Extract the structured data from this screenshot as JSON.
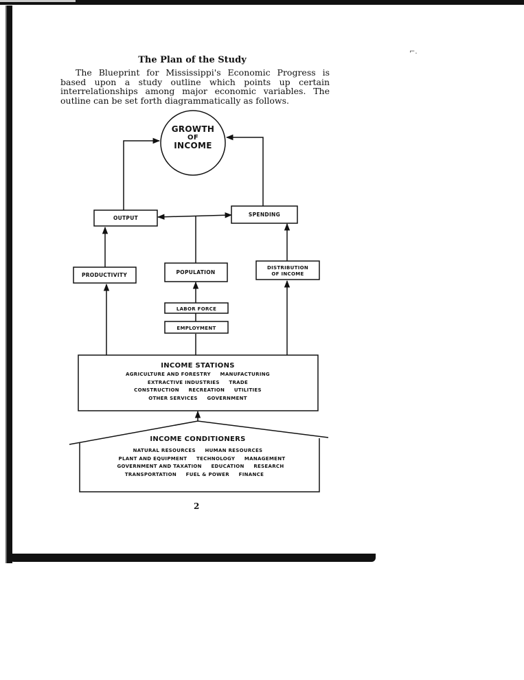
{
  "title": "The Plan of the Study",
  "intro": "The Blueprint for Mississippi's Economic Progress is based upon a study outline which points up certain interrelationships among major economic variables. The outline can be set forth diagrammatically as follows.",
  "diagram": {
    "growth": [
      "GROWTH",
      "OF",
      "INCOME"
    ],
    "output": "OUTPUT",
    "spending": "SPENDING",
    "productivity": "PRODUCTIVITY",
    "population": "POPULATION",
    "distribution": [
      "DISTRIBUTION",
      "OF INCOME"
    ],
    "labor_force": "LABOR FORCE",
    "employment": "EMPLOYMENT",
    "stations": {
      "heading": "INCOME STATIONS",
      "lines": [
        "AGRICULTURE AND FORESTRY     MANUFACTURING",
        "EXTRACTIVE INDUSTRIES     TRADE",
        "CONSTRUCTION     RECREATION     UTILITIES",
        "OTHER SERVICES     GOVERNMENT"
      ]
    },
    "conditioners": {
      "heading": "INCOME CONDITIONERS",
      "lines": [
        "NATURAL RESOURCES     HUMAN RESOURCES",
        "PLANT AND EQUIPMENT     TECHNOLOGY     MANAGEMENT",
        "GOVERNMENT AND TAXATION     EDUCATION     RESEARCH",
        "TRANSPORTATION     FUEL & POWER     FINANCE"
      ]
    }
  },
  "page_number": "2"
}
